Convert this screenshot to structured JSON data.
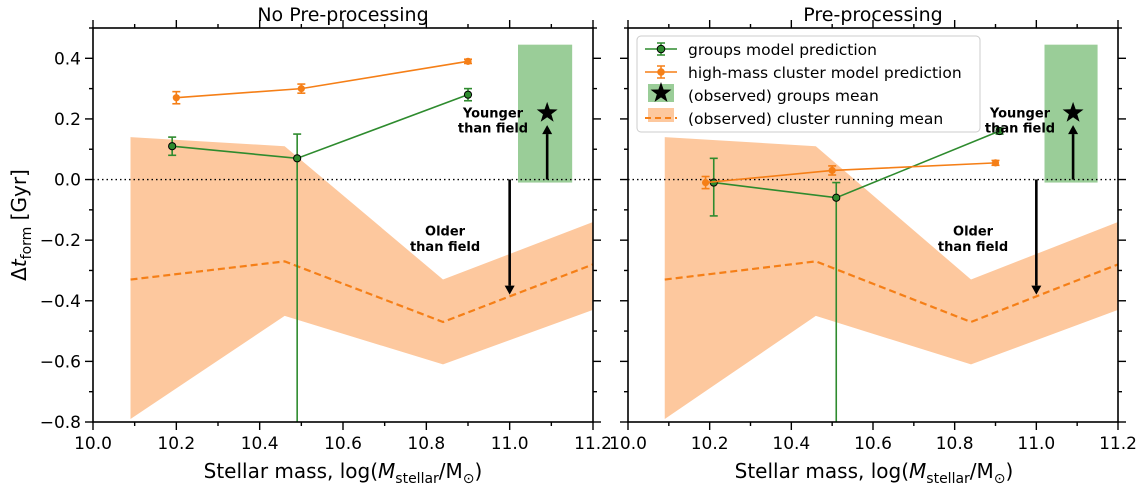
{
  "chart_data": [
    {
      "type": "line",
      "title": "No Pre-processing",
      "xlabel": "Stellar mass, log(M_stellar/M_⊙)",
      "ylabel": "Δt_form [Gyr]",
      "xlim": [
        10.0,
        11.2
      ],
      "ylim": [
        -0.8,
        0.5
      ],
      "xticks": [
        "10.0",
        "10.2",
        "10.4",
        "10.6",
        "10.8",
        "11.0",
        "11.2"
      ],
      "yticks": [
        "−0.8",
        "−0.6",
        "−0.4",
        "−0.2",
        "0.0",
        "0.2",
        "0.4"
      ],
      "reference_line_y": 0.0,
      "series": [
        {
          "name": "groups model prediction",
          "color": "#2e8b2e",
          "x": [
            10.19,
            10.49,
            10.9
          ],
          "y": [
            0.11,
            0.07,
            0.28
          ],
          "err_lo": [
            0.03,
            0.9,
            0.02
          ],
          "err_hi": [
            0.03,
            0.08,
            0.02
          ]
        },
        {
          "name": "high-mass cluster model prediction",
          "color": "#f57f17",
          "x": [
            10.2,
            10.5,
            10.9
          ],
          "y": [
            0.27,
            0.3,
            0.39
          ],
          "err_lo": [
            0.02,
            0.015,
            0.007
          ],
          "err_hi": [
            0.02,
            0.015,
            0.007
          ]
        }
      ],
      "cluster_running_mean": {
        "name": "(observed) cluster running mean",
        "color": "#f57f17",
        "x": [
          10.09,
          10.46,
          10.84,
          11.2
        ],
        "mean": [
          -0.33,
          -0.27,
          -0.47,
          -0.28
        ],
        "lower": [
          -0.79,
          -0.45,
          -0.61,
          -0.43
        ],
        "upper": [
          0.14,
          0.11,
          -0.33,
          -0.14
        ]
      },
      "groups_mean": {
        "name": "(observed) groups mean",
        "x": 11.09,
        "y": 0.22,
        "box_x": [
          11.02,
          11.15
        ],
        "box_y": [
          -0.01,
          0.445
        ]
      },
      "annotations": [
        {
          "line1": "Younger",
          "line2": "than field"
        },
        {
          "line1": "Older",
          "line2": "than field"
        }
      ]
    },
    {
      "type": "line",
      "title": "Pre-processing",
      "xlabel": "Stellar mass, log(M_stellar/M_⊙)",
      "ylabel": "",
      "xlim": [
        10.0,
        11.2
      ],
      "ylim": [
        -0.8,
        0.5
      ],
      "xticks": [
        "10.0",
        "10.2",
        "10.4",
        "10.6",
        "10.8",
        "11.0",
        "11.2"
      ],
      "yticks": [],
      "reference_line_y": 0.0,
      "series": [
        {
          "name": "groups model prediction",
          "color": "#2e8b2e",
          "x": [
            10.21,
            10.51,
            10.91
          ],
          "y": [
            -0.01,
            -0.06,
            0.16
          ],
          "err_lo": [
            0.11,
            0.75,
            0.01
          ],
          "err_hi": [
            0.08,
            0.05,
            0.01
          ]
        },
        {
          "name": "high-mass cluster model prediction",
          "color": "#f57f17",
          "x": [
            10.19,
            10.5,
            10.9
          ],
          "y": [
            -0.01,
            0.03,
            0.055
          ],
          "err_lo": [
            0.02,
            0.015,
            0.008
          ],
          "err_hi": [
            0.02,
            0.015,
            0.008
          ]
        }
      ],
      "cluster_running_mean": {
        "name": "(observed) cluster running mean",
        "color": "#f57f17",
        "x": [
          10.09,
          10.46,
          10.84,
          11.2
        ],
        "mean": [
          -0.33,
          -0.27,
          -0.47,
          -0.28
        ],
        "lower": [
          -0.79,
          -0.45,
          -0.61,
          -0.43
        ],
        "upper": [
          0.14,
          0.11,
          -0.33,
          -0.14
        ]
      },
      "groups_mean": {
        "name": "(observed) groups mean",
        "x": 11.09,
        "y": 0.22,
        "box_x": [
          11.02,
          11.15
        ],
        "box_y": [
          -0.01,
          0.445
        ]
      },
      "annotations": [
        {
          "line1": "Younger",
          "line2": "than field"
        },
        {
          "line1": "Older",
          "line2": "than field"
        }
      ]
    }
  ],
  "legend": {
    "placement": "top-left of right panel",
    "entries": [
      "groups model prediction",
      "high-mass cluster model prediction",
      "(observed) groups mean",
      "(observed) cluster running mean"
    ]
  },
  "colors": {
    "green_line": "#2e8b2e",
    "green_box": "#9acd98",
    "orange_line": "#f57f17",
    "orange_band": "#fdc89e"
  },
  "axis_text": {
    "xlabel_prefix": "Stellar mass, log(",
    "xlabel_var": "M",
    "xlabel_sub": "stellar",
    "xlabel_suffix": "/M",
    "xlabel_sun": "⊙",
    "xlabel_close": ")",
    "ylabel_delta": "Δ",
    "ylabel_t": "t",
    "ylabel_sub": "form",
    "ylabel_unit": " [Gyr]"
  }
}
